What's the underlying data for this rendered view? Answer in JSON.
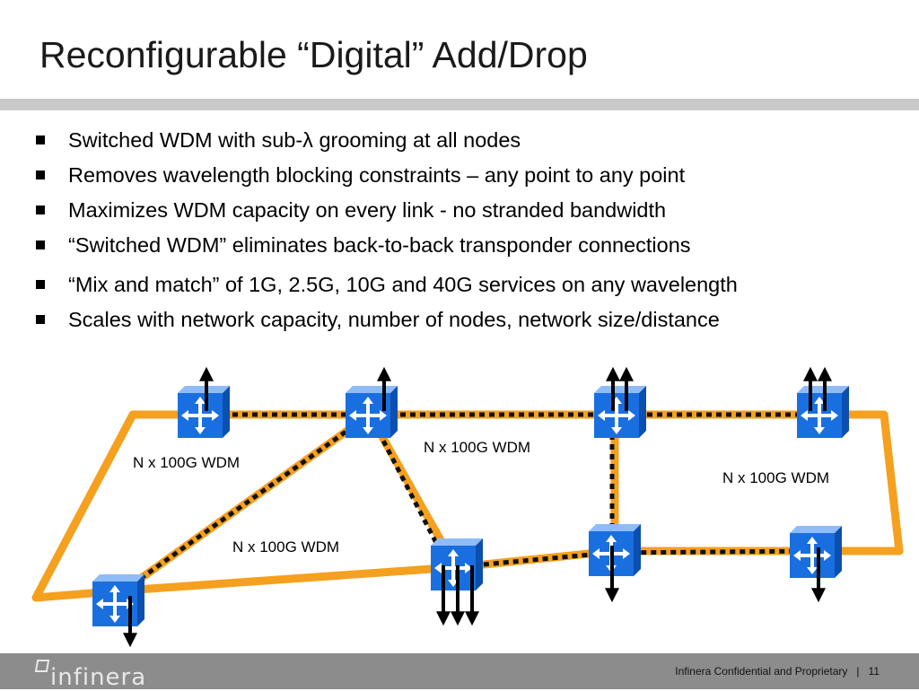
{
  "slide": {
    "title": "Reconfigurable “Digital” Add/Drop",
    "bullets": [
      "Switched WDM with sub-λ grooming at all nodes",
      "Removes wavelength blocking constraints – any point to any point",
      "Maximizes WDM capacity on every link - no stranded bandwidth",
      "“Switched WDM” eliminates back-to-back transponder connections",
      "“Mix and match” of 1G, 2.5G, 10G and 40G services on any wavelength",
      "Scales with network capacity, number of nodes, network size/distance"
    ]
  },
  "diagram": {
    "link_labels": [
      "N x 100G WDM",
      "N x 100G WDM",
      "N x 100G WDM",
      "N x 100G WDM"
    ],
    "colors": {
      "fiber": "#f5a01e",
      "node": "#1a6fe0",
      "path": "#111111"
    }
  },
  "footer": {
    "logo": "infinera",
    "confidential": "Infinera Confidential and Proprietary",
    "separator": "|",
    "page_number": "11"
  }
}
